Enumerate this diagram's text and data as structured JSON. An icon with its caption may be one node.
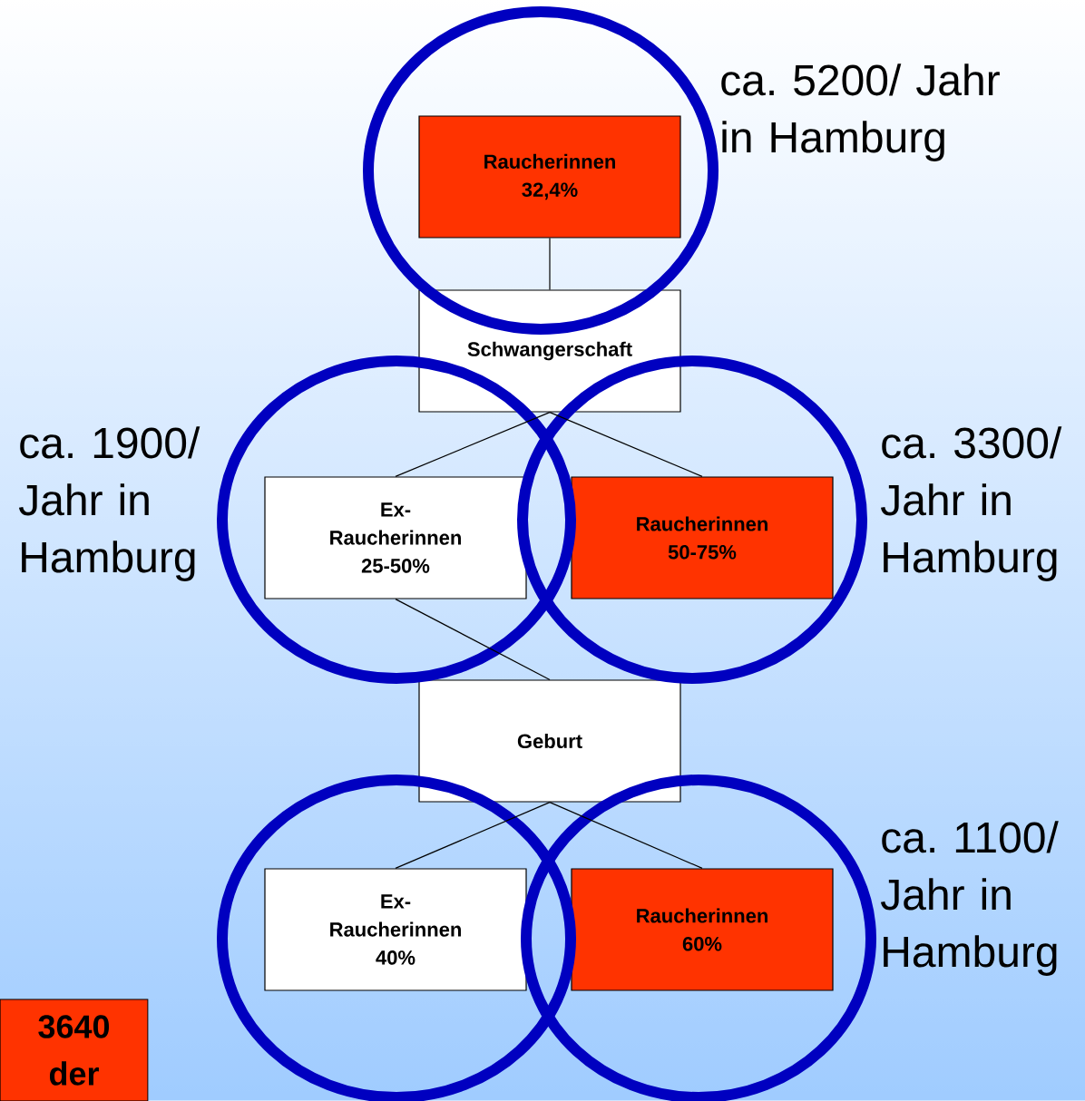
{
  "diagram": {
    "nodes": [
      {
        "text": [],
        "shape": "circle",
        "beside": [
          "ca. 5200/ Jahr in Hamburg"
        ]
      },
      {
        "text": [
          "Raucherinnen 32,4%"
        ],
        "in": 0
      },
      {
        "text": [
          "Schwangerschaft"
        ]
      },
      {
        "text": [],
        "shape": "circle",
        "beside": [
          "ca. 1900/ Jahr in Hamburg"
        ]
      },
      {
        "text": [
          "Ex-Raucherinnen 25-50%"
        ],
        "in": 3
      },
      {
        "text": [],
        "shape": "circle",
        "beside": [
          "ca. 3300/ Jahr in Hamburg"
        ]
      },
      {
        "text": [
          "Raucherinnen 50-75%"
        ],
        "in": 5
      },
      {
        "text": [
          "Geburt"
        ]
      },
      {
        "text": [],
        "shape": "circle"
      },
      {
        "text": [
          "Ex-Raucherinnen 40%"
        ],
        "in": 8
      },
      {
        "text": [],
        "shape": "circle",
        "beside": [
          "ca. 1100/ Jahr in Hamburg"
        ]
      },
      {
        "text": [
          "Raucherinnen 60%"
        ],
        "in": 10
      },
      {
        "text": [
          "3640 der"
        ]
      }
    ],
    "edges": [
      {
        "from": 1,
        "to": 2,
        "arrow": "none"
      },
      {
        "from": 2,
        "to": 4,
        "arrow": "none"
      },
      {
        "from": 2,
        "to": 6,
        "arrow": "none"
      },
      {
        "from": 4,
        "to": 7,
        "arrow": "none"
      },
      {
        "from": 7,
        "to": 9,
        "arrow": "none"
      },
      {
        "from": 7,
        "to": 11,
        "arrow": "none"
      }
    ]
  }
}
